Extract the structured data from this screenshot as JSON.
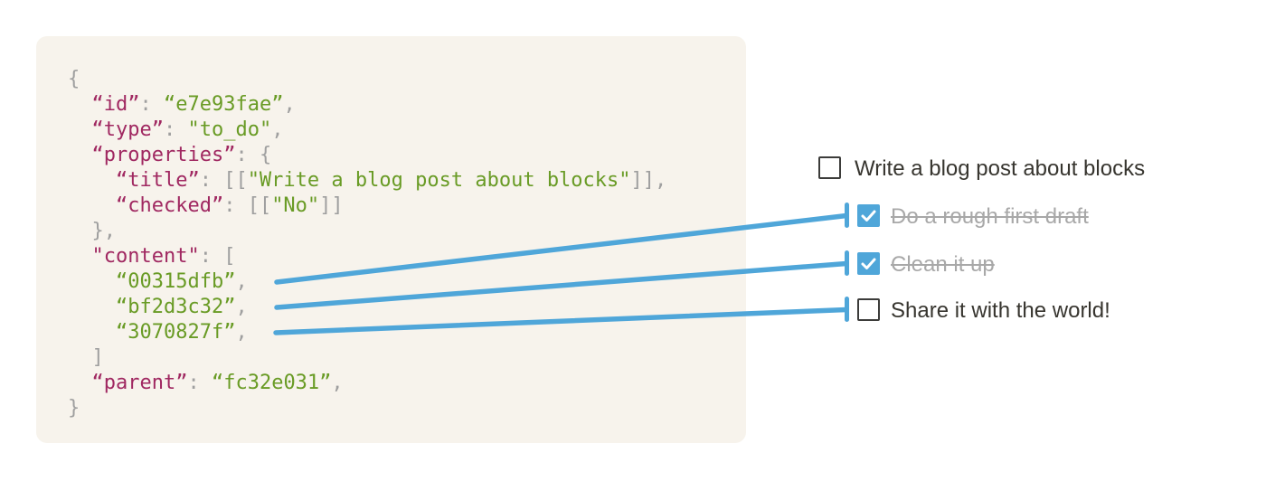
{
  "figure": {
    "description": "Notion block data model: a to_do block JSON whose content array ids map to child to-do items"
  },
  "colors": {
    "card_bg": "#f7f3ec",
    "code_key": "#a02861",
    "code_value": "#699b25",
    "code_punctuation": "#9f9f9f",
    "accent_blue": "#4fa6d9",
    "text_dark": "#37352f",
    "text_done": "#a8a8a8",
    "checkbox_border": "#3c3c3a",
    "checkmark": "#ffffff"
  },
  "code": {
    "lines": [
      [
        {
          "t": "{",
          "c": "pun"
        }
      ],
      [
        {
          "t": "  ",
          "c": "pun"
        },
        {
          "t": "“id”",
          "c": "key"
        },
        {
          "t": ": ",
          "c": "pun"
        },
        {
          "t": "“e7e93fae”",
          "c": "val"
        },
        {
          "t": ",",
          "c": "pun"
        }
      ],
      [
        {
          "t": "  ",
          "c": "pun"
        },
        {
          "t": "“type”",
          "c": "key"
        },
        {
          "t": ": ",
          "c": "pun"
        },
        {
          "t": "\"to_do\"",
          "c": "val"
        },
        {
          "t": ",",
          "c": "pun"
        }
      ],
      [
        {
          "t": "  ",
          "c": "pun"
        },
        {
          "t": "“properties”",
          "c": "key"
        },
        {
          "t": ": {",
          "c": "pun"
        }
      ],
      [
        {
          "t": "    ",
          "c": "pun"
        },
        {
          "t": "“title”",
          "c": "key"
        },
        {
          "t": ": [[",
          "c": "pun"
        },
        {
          "t": "\"Write a blog post about blocks\"",
          "c": "val"
        },
        {
          "t": "]],",
          "c": "pun"
        }
      ],
      [
        {
          "t": "    ",
          "c": "pun"
        },
        {
          "t": "“checked”",
          "c": "key"
        },
        {
          "t": ": [[",
          "c": "pun"
        },
        {
          "t": "\"No\"",
          "c": "val"
        },
        {
          "t": "]]",
          "c": "pun"
        }
      ],
      [
        {
          "t": "  },",
          "c": "pun"
        }
      ],
      [
        {
          "t": "  ",
          "c": "pun"
        },
        {
          "t": "\"content\"",
          "c": "key"
        },
        {
          "t": ": [",
          "c": "pun"
        }
      ],
      [
        {
          "t": "    ",
          "c": "pun"
        },
        {
          "t": "“00315dfb”",
          "c": "val"
        },
        {
          "t": ",",
          "c": "pun"
        }
      ],
      [
        {
          "t": "    ",
          "c": "pun"
        },
        {
          "t": "“bf2d3c32”",
          "c": "val"
        },
        {
          "t": ",",
          "c": "pun"
        }
      ],
      [
        {
          "t": "    ",
          "c": "pun"
        },
        {
          "t": "“3070827f”",
          "c": "val"
        },
        {
          "t": ",",
          "c": "pun"
        }
      ],
      [
        {
          "t": "  ]",
          "c": "pun"
        }
      ],
      [
        {
          "t": "  ",
          "c": "pun"
        },
        {
          "t": "“parent”",
          "c": "key"
        },
        {
          "t": ": ",
          "c": "pun"
        },
        {
          "t": "“fc32e031”",
          "c": "val"
        },
        {
          "t": ",",
          "c": "pun"
        }
      ],
      [
        {
          "t": "}",
          "c": "pun"
        }
      ]
    ]
  },
  "todos": [
    {
      "label": "Write a blog post about blocks",
      "checked": false,
      "indent": false,
      "connected": false
    },
    {
      "label": "Do a rough first draft",
      "checked": true,
      "indent": true,
      "connected": true
    },
    {
      "label": "Clean it up",
      "checked": true,
      "indent": true,
      "connected": true
    },
    {
      "label": "Share it with the world!",
      "checked": false,
      "indent": true,
      "connected": true
    }
  ],
  "connectors": [
    {
      "from_id": "00315dfb",
      "to_label": "Do a rough first draft"
    },
    {
      "from_id": "bf2d3c32",
      "to_label": "Clean it up"
    },
    {
      "from_id": "3070827f",
      "to_label": "Share it with the world!"
    }
  ]
}
